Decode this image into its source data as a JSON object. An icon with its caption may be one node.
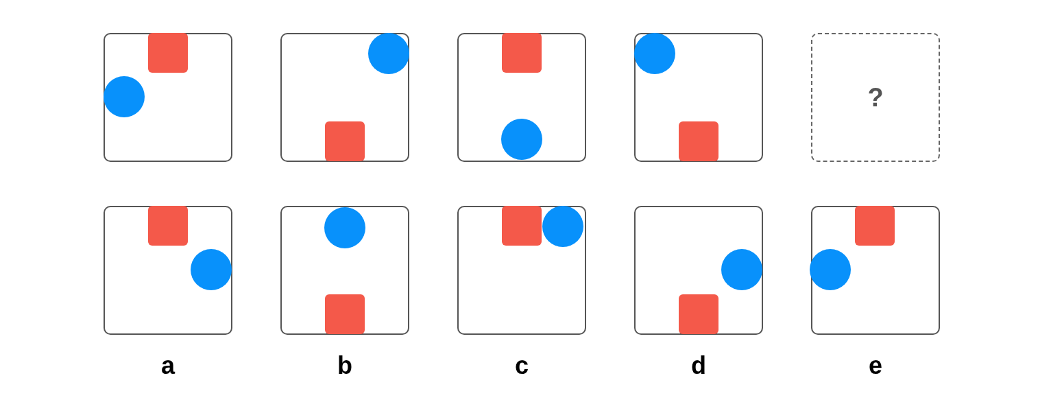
{
  "diagram": {
    "nodes": [
      {
        "text": [],
        "shape": "box"
      },
      {
        "text": [],
        "shape": "box"
      },
      {
        "text": [],
        "shape": "box"
      },
      {
        "text": [],
        "shape": "box"
      },
      {
        "text": [
          "?"
        ]
      },
      {
        "text": [],
        "shape": "box",
        "beside": [
          "a"
        ]
      },
      {
        "text": [],
        "shape": "box",
        "beside": [
          "b"
        ]
      },
      {
        "text": [],
        "shape": "box",
        "beside": [
          "c"
        ]
      },
      {
        "text": [],
        "shape": "box",
        "beside": [
          "d"
        ]
      },
      {
        "text": [],
        "shape": "box",
        "beside": [
          "e"
        ]
      }
    ]
  }
}
